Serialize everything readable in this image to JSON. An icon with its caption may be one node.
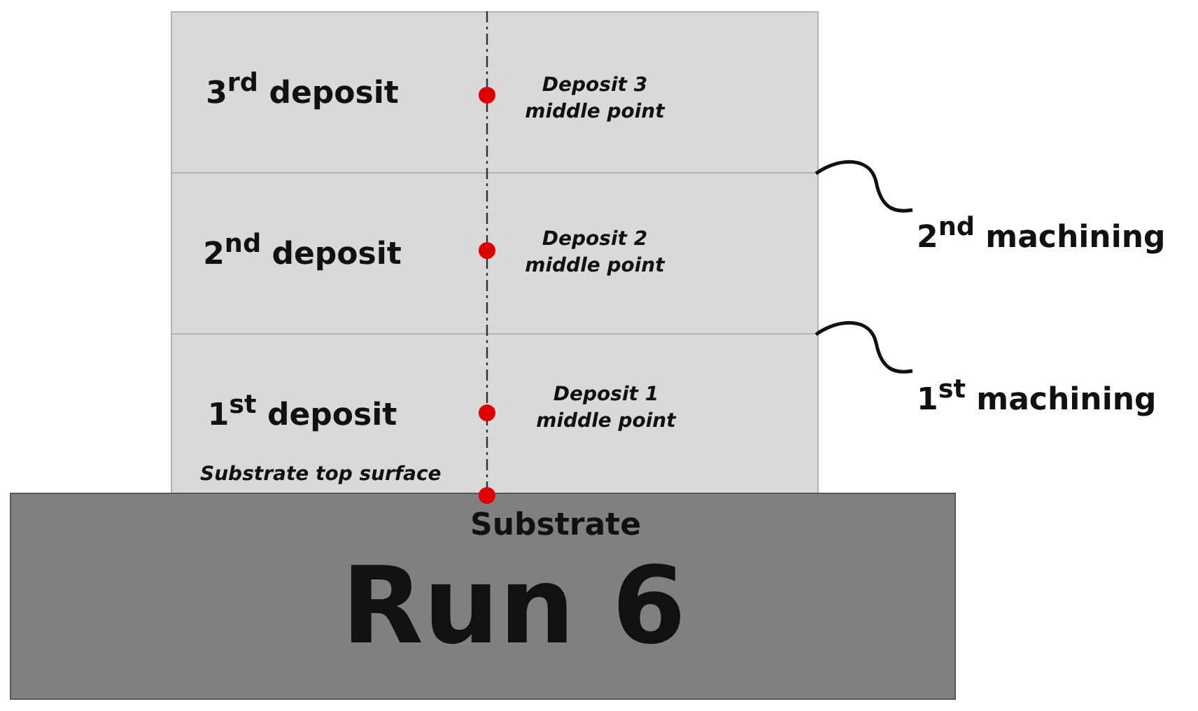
{
  "diagram": {
    "nodes": [
      {
        "text": [
          "3$^{rd}$ deposit"
        ]
      },
      {
        "text": [
          "2$^{nd}$ deposit"
        ]
      },
      {
        "text": [
          "1$^{st}$ deposit"
        ]
      },
      {
        "text": [
          "Substrate",
          "Run 6"
        ]
      }
    ],
    "labels": [
      "Deposit 3 middle point",
      "Deposit 2 middle point",
      "2$^{nd}$ machining",
      "Deposit 1 middle point",
      "1$^{st}$ machining",
      "Substrate top surface"
    ]
  }
}
